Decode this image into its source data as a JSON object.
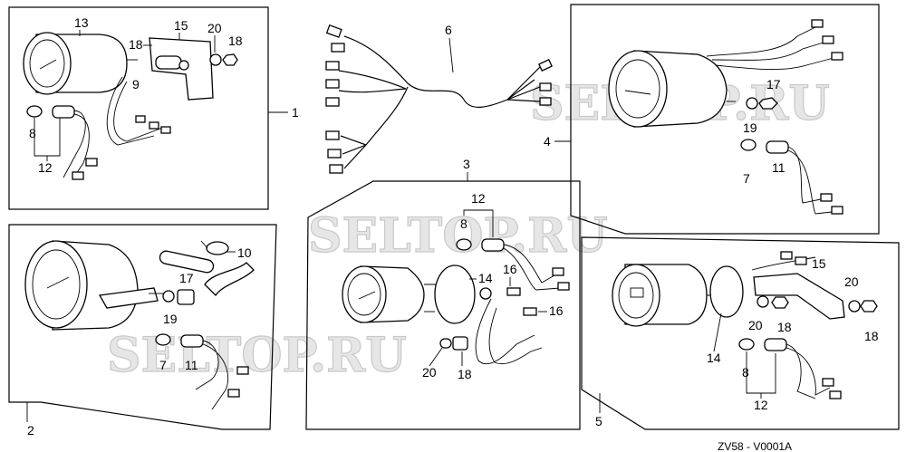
{
  "watermark": "SELTOP.RU",
  "diagram_code": "ZV58 - V0001A",
  "groups": [
    {
      "id": "1",
      "parts": [
        "13",
        "15",
        "18",
        "20",
        "18",
        "9",
        "8",
        "12"
      ]
    },
    {
      "id": "2",
      "parts": [
        "10",
        "17",
        "19",
        "7",
        "11"
      ]
    },
    {
      "id": "3",
      "parts": [
        "12",
        "8",
        "14",
        "16",
        "16",
        "20",
        "18"
      ]
    },
    {
      "id": "4",
      "parts": [
        "17",
        "19",
        "7",
        "11"
      ]
    },
    {
      "id": "5",
      "parts": [
        "15",
        "20",
        "18",
        "20",
        "18",
        "14",
        "8",
        "12"
      ]
    },
    {
      "id": "6",
      "parts": []
    }
  ],
  "callouts": {
    "p1": "1",
    "p2": "2",
    "p3": "3",
    "p4": "4",
    "p5": "5",
    "p6": "6",
    "a13": "13",
    "a15": "15",
    "a18a": "18",
    "a20": "20",
    "a18b": "18",
    "a9": "9",
    "a8": "8",
    "a12": "12",
    "b10": "10",
    "b17": "17",
    "b19": "19",
    "b7": "7",
    "b11": "11",
    "c12": "12",
    "c8": "8",
    "c14": "14",
    "c16a": "16",
    "c16b": "16",
    "c20": "20",
    "c18": "18",
    "d17": "17",
    "d19": "19",
    "d7": "7",
    "d11": "11",
    "e15": "15",
    "e20a": "20",
    "e18a": "18",
    "e20b": "20",
    "e18b": "18",
    "e14": "14",
    "e8": "8",
    "e12": "12"
  }
}
